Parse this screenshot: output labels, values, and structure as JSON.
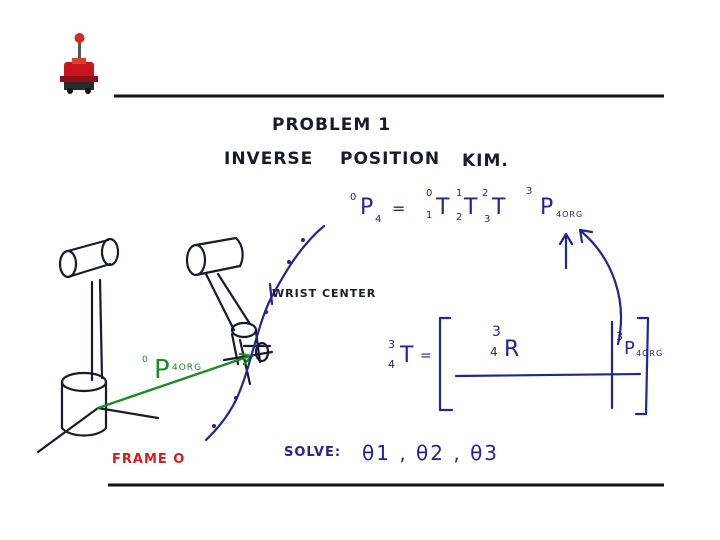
{
  "colors": {
    "dark_ink": "#1a1a2e",
    "blue_ink": "#23239a",
    "green_ink": "#1f8a2a",
    "red_ink": "#d21e1e",
    "rule": "#111111"
  },
  "logo": {
    "icon": "joystick-robot-logo-icon"
  },
  "heading": {
    "problem": "PROBLEM 1",
    "subtitle_left": "INVERSE",
    "subtitle_mid": "POSITION",
    "subtitle_right": "KIM."
  },
  "equation": {
    "lhs_sup": "0",
    "lhs_base": "P",
    "lhs_sub": "4",
    "equals": "=",
    "t1_sup": "0",
    "t1_sub": "1",
    "t2_sup": "1",
    "t2_sub": "2",
    "t3_sup": "2",
    "t3_sub": "3",
    "T": "T",
    "rhs_sup": "3",
    "rhs_base": "P",
    "rhs_sub": "4ORG"
  },
  "labels": {
    "wrist_center": "WRIST CENTER",
    "p4org_sup": "0",
    "p4org_base": "P",
    "p4org_sub": "4ORG",
    "frame0": "FRAME O"
  },
  "matrix": {
    "lhs_sup": "3",
    "lhs_sub": "4",
    "lhs_base": "T",
    "equals": "=",
    "rot_sup": "3",
    "rot_sub": "4",
    "rot_base": "R",
    "pos_sup": "3",
    "pos_base": "P",
    "pos_sub": "4ORG"
  },
  "solve": {
    "label": "SOLVE:",
    "variables": "θ1 , θ2 , θ3"
  }
}
